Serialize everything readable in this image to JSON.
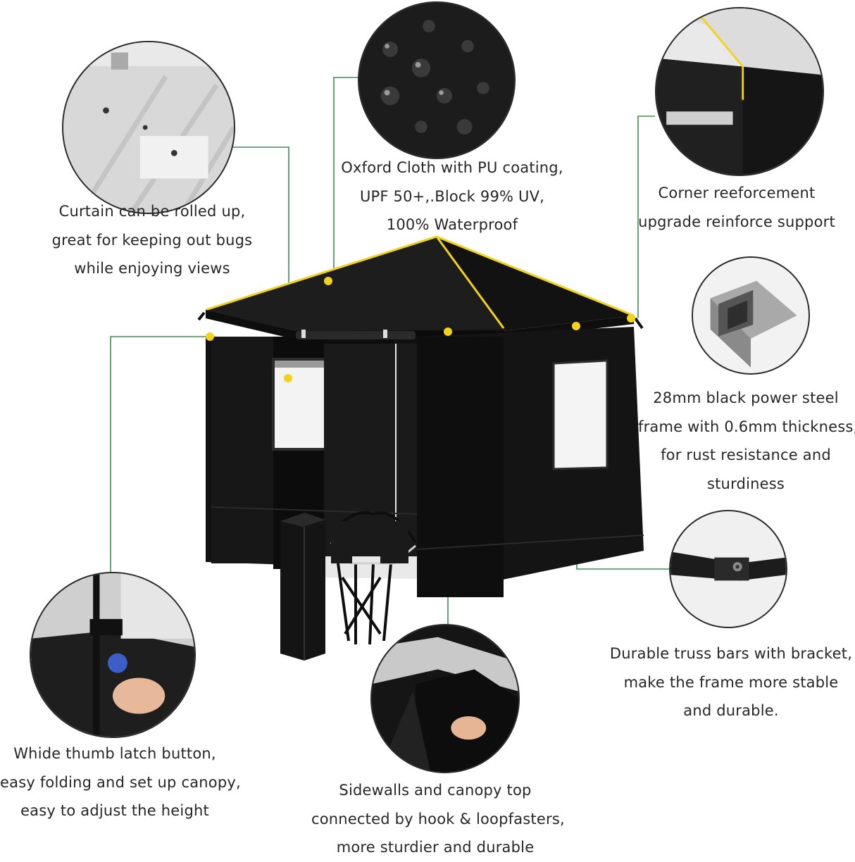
{
  "colors": {
    "canopy": "#141414",
    "accent_yellow": "#f2d21b",
    "leader_line": "#3f8f55",
    "window": "#f4f4f4"
  },
  "features": {
    "curtain": {
      "icon": "mesh-curtain-detail",
      "lines": [
        "Curtain can be rolled up,",
        "great for keeping out bugs",
        "while enjoying views"
      ]
    },
    "oxford": {
      "icon": "waterproof-fabric-detail",
      "lines": [
        "Oxford Cloth with PU coating,",
        "UPF 50+,.Block 99% UV,",
        "100% Waterproof"
      ]
    },
    "corner": {
      "icon": "corner-reinforcement-detail",
      "lines": [
        "Corner reeforcement",
        "upgrade reinforce support"
      ]
    },
    "steel": {
      "icon": "square-steel-tube-detail",
      "lines": [
        "28mm black power steel",
        "frame with 0.6mm thickness,",
        "for rust resistance and",
        "sturdiness"
      ]
    },
    "truss": {
      "icon": "truss-bracket-detail",
      "lines": [
        "Durable  truss bars with bracket,",
        "make the frame more stable",
        "and durable."
      ]
    },
    "latch": {
      "icon": "thumb-latch-detail",
      "lines": [
        "Whide thumb latch button,",
        "easy folding and set up canopy,",
        "easy to adjust the height"
      ]
    },
    "hook": {
      "icon": "hook-loop-fastener-detail",
      "lines": [
        "Sidewalls and canopy top",
        "connected by hook & loopfasters,",
        "more sturdier and durable"
      ]
    }
  }
}
